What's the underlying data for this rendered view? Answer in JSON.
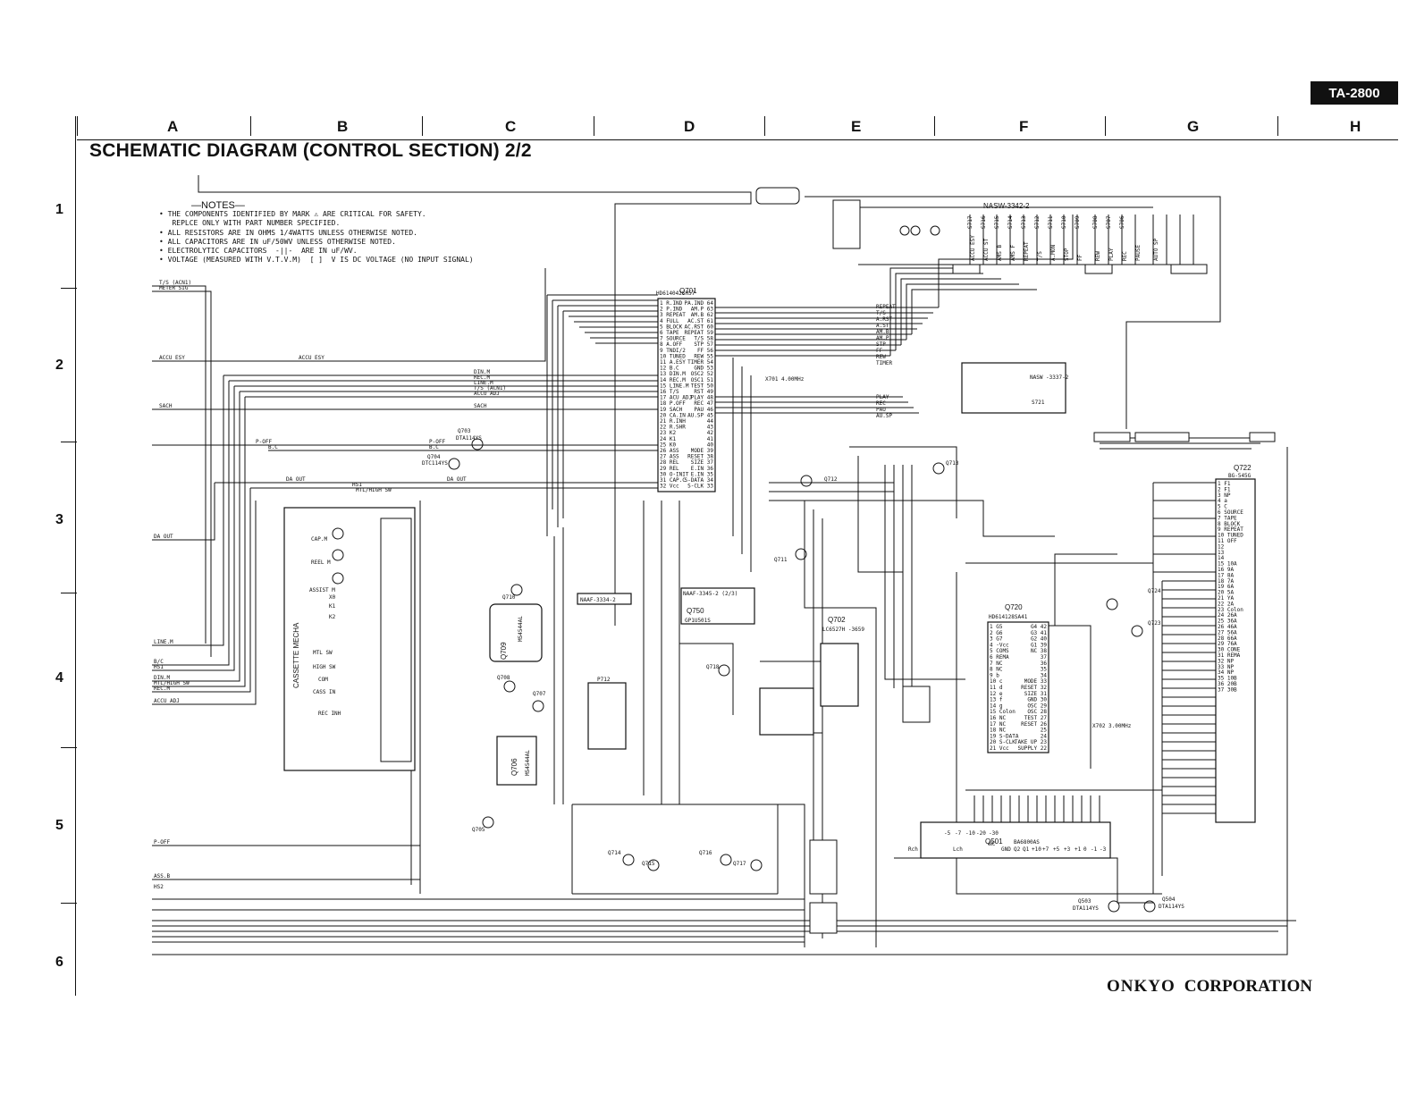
{
  "model": "TA-2800",
  "title": "SCHEMATIC DIAGRAM (CONTROL SECTION) 2/2",
  "columns": [
    "A",
    "B",
    "C",
    "D",
    "E",
    "F",
    "G",
    "H"
  ],
  "rows": [
    "1",
    "2",
    "3",
    "4",
    "5",
    "6"
  ],
  "notes": {
    "heading": "NOTES",
    "items": [
      "• THE COMPONENTS IDENTIFIED BY MARK ⚠ ARE CRITICAL FOR SAFETY.",
      "   REPLCE ONLY WITH PART NUMBER SPECIFIED.",
      "• ALL RESISTORS ARE IN OHMS 1/4WATTS UNLESS OTHERWISE NOTED.",
      "• ALL CAPACITORS ARE IN uF/50WV UNLESS OTHERWISE NOTED.",
      "• ELECTROLYTIC CAPACITORS  -||-  ARE IN uF/WV.",
      "• VOLTAGE (MEASURED WITH V.T.V.M)  [ ]  V IS DC VOLTAGE (NO INPUT SIGNAL)"
    ]
  },
  "components": {
    "q701": {
      "ref": "Q701",
      "part": "HD614042SH57"
    },
    "q702": {
      "ref": "Q702",
      "part": "LC6527H -3659"
    },
    "q720": {
      "ref": "Q720",
      "part": "HD614128SA41"
    },
    "q722": {
      "ref": "Q722",
      "part": "BG-545G"
    },
    "q501": {
      "ref": "Q501",
      "part": "BA6800AS"
    },
    "q709": {
      "ref": "Q709",
      "part": "M54544AL"
    },
    "q706": {
      "ref": "Q706",
      "part": "M54544AL"
    },
    "q750": {
      "ref": "Q750",
      "part": "GP1U501S"
    },
    "q703": {
      "ref": "Q703",
      "part": "DTA114YS"
    },
    "q704": {
      "ref": "Q704",
      "part": "DTC114YS"
    },
    "q705": {
      "ref": "Q705"
    },
    "q707": {
      "ref": "Q707"
    },
    "q708": {
      "ref": "Q708"
    },
    "q710": {
      "ref": "Q710"
    },
    "q711": {
      "ref": "Q711"
    },
    "q712": {
      "ref": "Q712"
    },
    "q713": {
      "ref": "Q713"
    },
    "q714": {
      "ref": "Q714"
    },
    "q715": {
      "ref": "Q715"
    },
    "q716": {
      "ref": "Q716"
    },
    "q717": {
      "ref": "Q717"
    },
    "q718": {
      "ref": "Q718"
    },
    "q723": {
      "ref": "Q723"
    },
    "q724": {
      "ref": "Q724"
    },
    "q503": {
      "ref": "Q503",
      "part": "DTA114YS"
    },
    "q504": {
      "ref": "Q504",
      "part": "DTA114YS"
    },
    "nasw3342": "NASW-3342-2",
    "nasw3337": "NASW -3337-2",
    "s721": "S721",
    "naaf3334": "NAAF-3334-2",
    "naaf3345": "NAAF-3345-2 (2/3)",
    "p712": "P712",
    "x701": "X701 4.00MHz",
    "x702": "X702 3.00MHz"
  },
  "mecha": {
    "title": "CASSETTE MECHA",
    "labels": [
      "CAP.M",
      "REEL M",
      "ASSIST M",
      "X0",
      "K1",
      "K2",
      "MTL SW",
      "HIGH SW",
      "COM",
      "CASS IN",
      "REC INH"
    ]
  },
  "q701_pins_left": [
    "1 R.IND",
    "2 P.IND",
    "3 REPEAT",
    "4 FULL",
    "5 BLOCK",
    "6 TAPE",
    "7 SOURCE",
    "8 A.OFF",
    "9 TNDI/2",
    "10 TUNED",
    "11 A.ESY",
    "12 B.C",
    "13 DIN.M",
    "14 REC.M",
    "15 LINE.M",
    "16 T/S",
    "17 ACU ADJ",
    "18 P.OFF",
    "19 SACH",
    "20 CA.IN",
    "21 R.INH",
    "22 R.SHR",
    "23 K2",
    "24 K1",
    "25 K0",
    "26 ASS",
    "27 ASS",
    "28 REL",
    "29 REL",
    "30 O-INIT",
    "31 CAP.C",
    "32 Vcc"
  ],
  "q701_pins_right": [
    "PA.IND 64",
    "AM.P 63",
    "AM.B 62",
    "AC.ST 61",
    "AC.RST 60",
    "REPEAT 59",
    "T/S 58",
    "STP 57",
    "FF 56",
    "REW 55",
    "TIMER 54",
    "GND 53",
    "OSC2 52",
    "OSC1 51",
    "TEST 50",
    "RST 49",
    "PLAY 48",
    "REC 47",
    "PAU 46",
    "AU.SP 45",
    "44",
    "43",
    "42",
    "41",
    "40",
    "MODE 39",
    "RESET 38",
    "SIZE 37",
    "E.IN 36",
    "E.IN 35",
    "S-DATA 34",
    "S-CLK 33"
  ],
  "side_signals_left": [
    "T/S (ACN1)",
    "METER SIG",
    "ACCU ESY",
    "SACH",
    "P-OFF",
    "B.C",
    "DA OUT",
    "LINE.M",
    "B/C",
    "HS1",
    "DIN.M",
    "MTL/HIGH SW",
    "REC.M",
    "ACCU ADJ",
    "P-OFF",
    "ASS.B",
    "HS2"
  ],
  "mid_signals": [
    "ACCU ESY",
    "DIN.M",
    "REC.M",
    "LINE.M",
    "T/S (ACN1)",
    "ACCU ADJ",
    "SACH",
    "P-OFF",
    "B.C",
    "DA OUT",
    "HS1",
    "MTL/HIGH SW",
    "DA OUT"
  ],
  "q701_out_labels": [
    "REPEAT",
    "T/S",
    "A.RST",
    "A.ST",
    "AM.B",
    "AM.P",
    "STP",
    "FF",
    "REW",
    "TIMER",
    "PLAY",
    "REC",
    "PAU",
    "AU.SP"
  ],
  "nasw_keys": [
    "S717",
    "S716",
    "S715",
    "S714",
    "S713",
    "S712",
    "S711",
    "S710",
    "S709",
    "S708",
    "S707",
    "S706"
  ],
  "nasw_key_labels": [
    "ACCU ESY",
    "ACCU ST",
    "AMS B",
    "AMS F",
    "REPEAT",
    "T/S",
    "A.MON",
    "STOP",
    "FF",
    "REW",
    "PLAY",
    "REC",
    "PAUSE",
    "AUTO SP"
  ],
  "q722_pins": [
    "1 F1",
    "2 F1",
    "3 NP",
    "4 a",
    "5 C",
    "6 SOURCE",
    "7 TAPE",
    "8 BLOCK",
    "9 REPEAT",
    "10 TUNED",
    "11 OFF",
    "12",
    "13",
    "14",
    "15 10A",
    "16 9A",
    "17 8A",
    "18 7A",
    "19 6A",
    "20 5A",
    "21 YA",
    "22 2A",
    "23 Colon",
    "24 26A",
    "25 36A",
    "26 46A",
    "27 56A",
    "28 66A",
    "29 76A",
    "30 CONE",
    "31 REMA",
    "32 NP",
    "33 NP",
    "34 NP",
    "35 10B",
    "36 20B",
    "37 30B"
  ],
  "q720_pins_left": [
    "1 G5",
    "2 G6",
    "3 G7",
    "4 -Vcc",
    "5 COMS",
    "6 REMA",
    "7 NC",
    "8 NC",
    "9 b",
    "10 c",
    "11 d",
    "12 e",
    "13 f",
    "14 g",
    "15 Colon",
    "16 NC",
    "17 NC",
    "18 NC",
    "19 S-DATA",
    "20 S-CLK",
    "21 Vcc"
  ],
  "q720_pins_right": [
    "G4 42",
    "G3 41",
    "G2 40",
    "G1 39",
    "NC 38",
    "37",
    "36",
    "35",
    "34",
    "MODE 33",
    "RESET 32",
    "SIZE 31",
    "GND 30",
    "OSC 29",
    "OSC 28",
    "TEST 27",
    "RESET 26",
    "25",
    "24",
    "TAKE UP 23",
    "SUPPLY 22"
  ],
  "q501_pins": [
    "Rch",
    "Lch",
    "NC",
    "GND",
    "Q2",
    "Q1",
    "+10",
    "+7",
    "+5",
    "+3",
    "+1",
    "0",
    "-1",
    "-3",
    "-5",
    "-7",
    "-10",
    "-20",
    "-30"
  ],
  "footer": {
    "brand": "ONKYO",
    "suffix": "CORPORATION"
  }
}
